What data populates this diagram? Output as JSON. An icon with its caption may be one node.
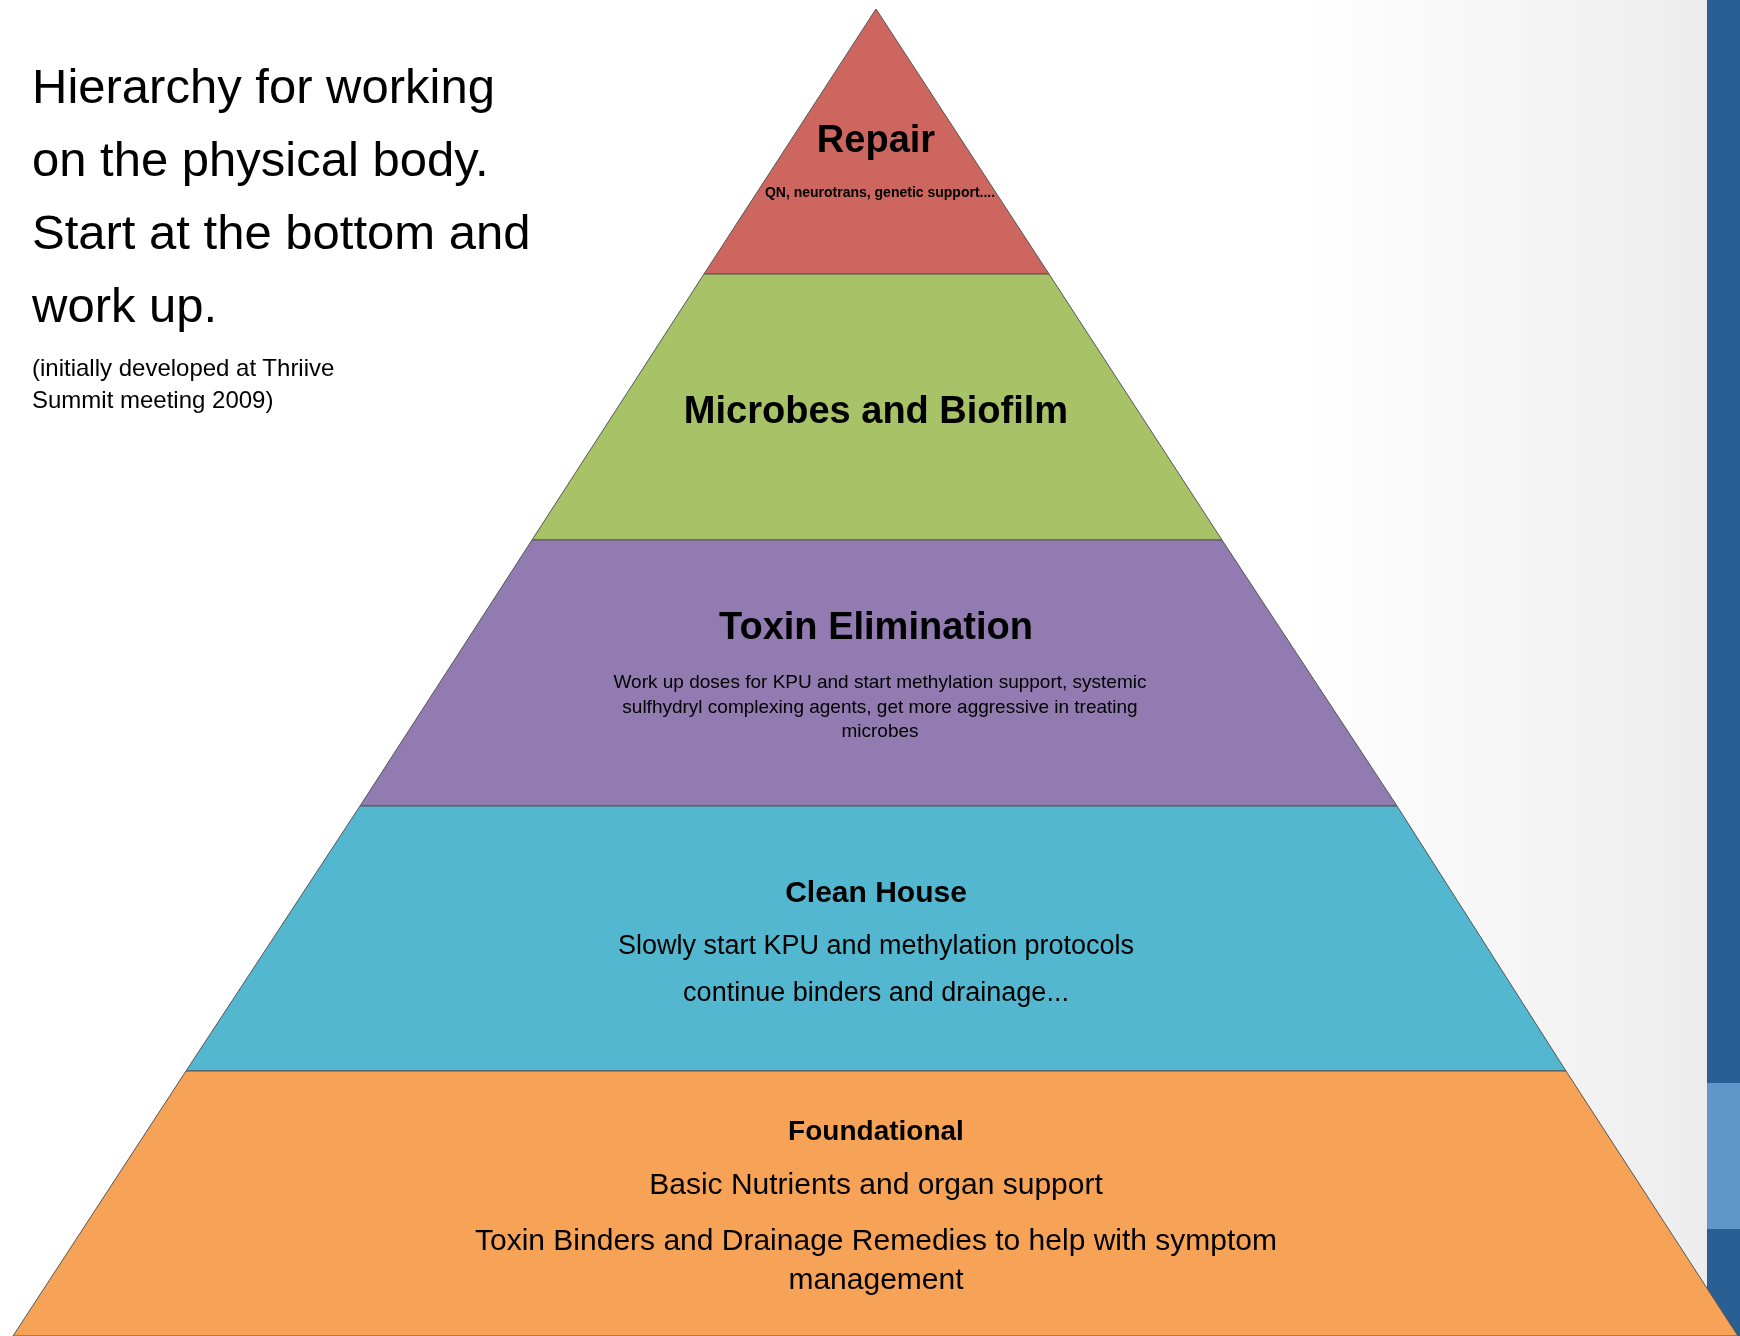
{
  "diagram": {
    "title": "Hierarchy for working on the physical body. Start at the bottom and work up.",
    "nodes": [
      {
        "text": [
          "Repair",
          "QN, neurotrans, genetic support...."
        ]
      },
      {
        "text": [
          "Microbes and Biofilm"
        ]
      },
      {
        "text": [
          "Toxin Elimination",
          "Work up doses for KPU and start methylation support, systemic sulfhydryl complexing agents, get more aggressive in treating microbes"
        ]
      },
      {
        "text": [
          "Clean House",
          "Slowly start KPU and methylation protocols",
          "continue binders and drainage..."
        ]
      },
      {
        "text": [
          "Foundational",
          "Basic Nutrients and organ support",
          "Toxin Binders and Drainage Remedies to help with symptom management"
        ]
      }
    ],
    "labels": [
      "(initially developed at Thriive Summit meeting 2009)"
    ]
  }
}
